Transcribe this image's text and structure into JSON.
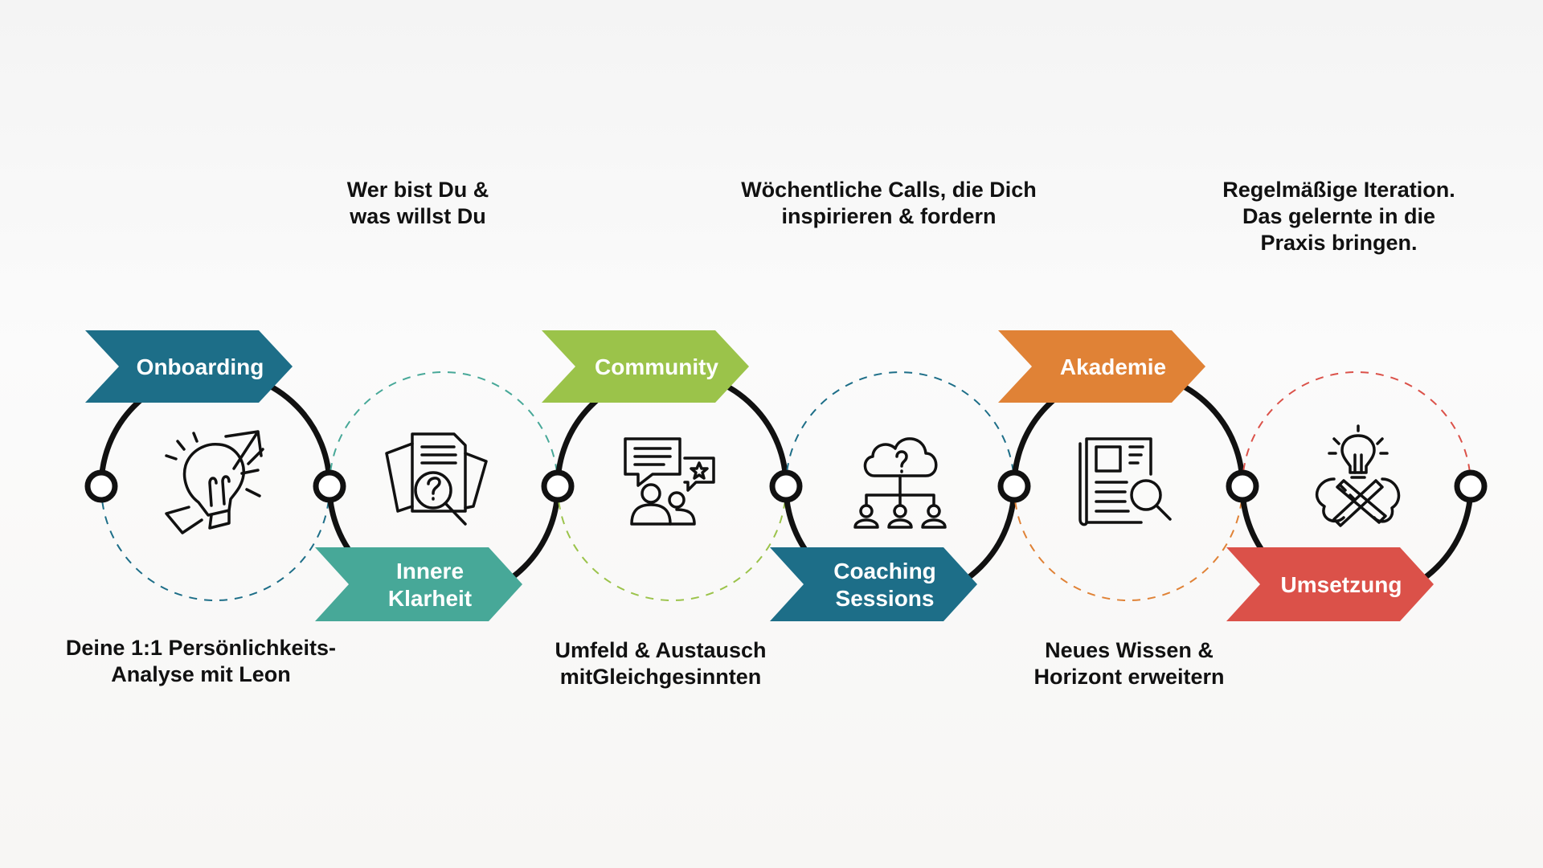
{
  "colors": {
    "path": "#111111",
    "onboarding": "#1d6e88",
    "innere_klarheit": "#47a898",
    "community": "#9bc34a",
    "coaching": "#1d6e88",
    "akademie": "#e08236",
    "umsetzung": "#db5149"
  },
  "stages": [
    {
      "id": "onboarding",
      "label_lines": [
        "Onboarding"
      ],
      "icon": "lightbulb-growth-icon",
      "description": "Deine 1:1 Persönlichkeits-\nAnalyse mit Leon",
      "color": "#1d6e88"
    },
    {
      "id": "innere-klarheit",
      "label_lines": [
        "Innere",
        "Klarheit"
      ],
      "icon": "document-search-icon",
      "description": "Wer bist Du &\nwas willst Du",
      "color": "#47a898"
    },
    {
      "id": "community",
      "label_lines": [
        "Community"
      ],
      "icon": "people-chat-icon",
      "description": "Umfeld & Austausch\nmitGleichgesinnten",
      "color": "#9bc34a"
    },
    {
      "id": "coaching-sessions",
      "label_lines": [
        "Coaching",
        "Sessions"
      ],
      "icon": "cloud-network-icon",
      "description": "Wöchentliche Calls, die Dich\ninspirieren & fordern",
      "color": "#1d6e88"
    },
    {
      "id": "akademie",
      "label_lines": [
        "Akademie"
      ],
      "icon": "newspaper-search-icon",
      "description": "Neues Wissen &\nHorizont erweitern",
      "color": "#e08236"
    },
    {
      "id": "umsetzung",
      "label_lines": [
        "Umsetzung"
      ],
      "icon": "idea-tools-icon",
      "description": "Regelmäßige Iteration.\nDas gelernte in die\nPraxis bringen.",
      "color": "#db5149"
    }
  ]
}
